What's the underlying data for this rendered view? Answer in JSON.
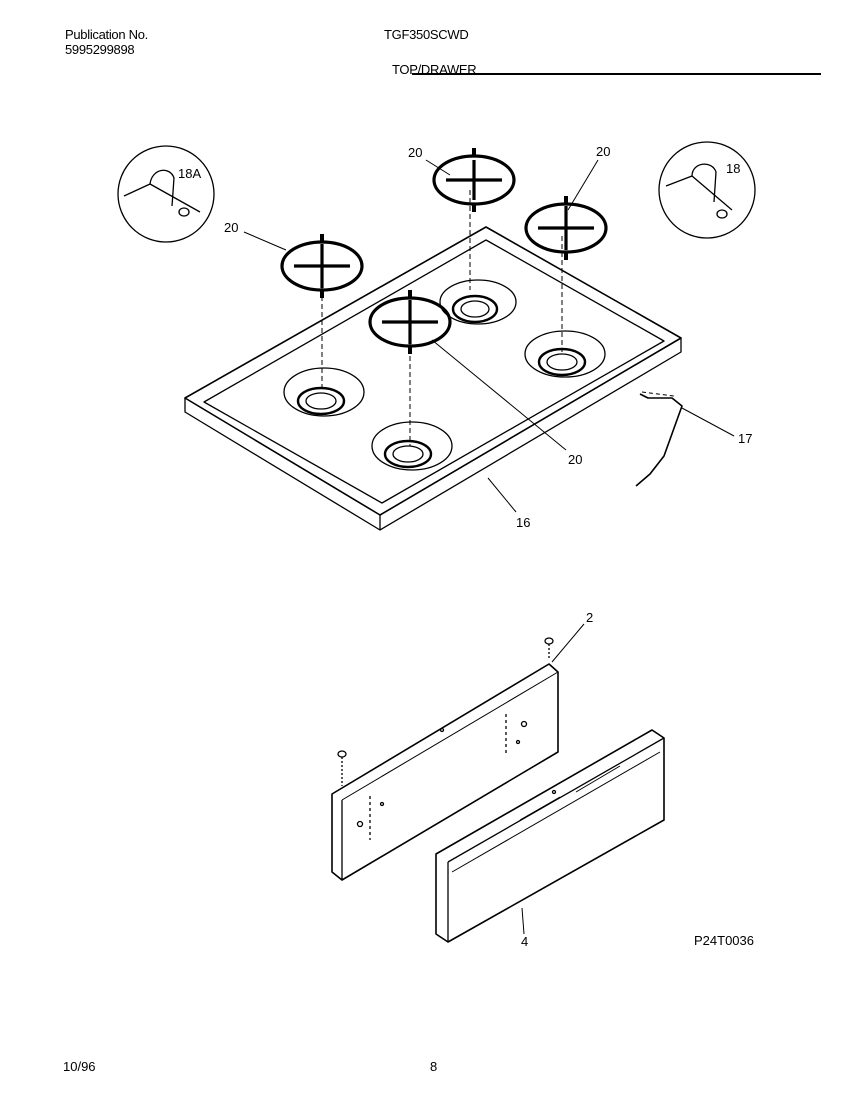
{
  "header": {
    "publication_label": "Publication No.",
    "publication_number": "5995299898",
    "model_number": "TGF350SCWD",
    "section_title": "TOP/DRAWER"
  },
  "callouts": {
    "top_grate_1": "20",
    "top_grate_2": "20",
    "top_grate_3": "20",
    "top_grate_4": "20",
    "cooktop": "16",
    "rod": "17",
    "bracket_left": "18A",
    "bracket_right": "18",
    "screw": "2",
    "drawer_front": "4"
  },
  "diagram_code": "P24T0036",
  "footer": {
    "date": "10/96",
    "page_number": "8"
  }
}
